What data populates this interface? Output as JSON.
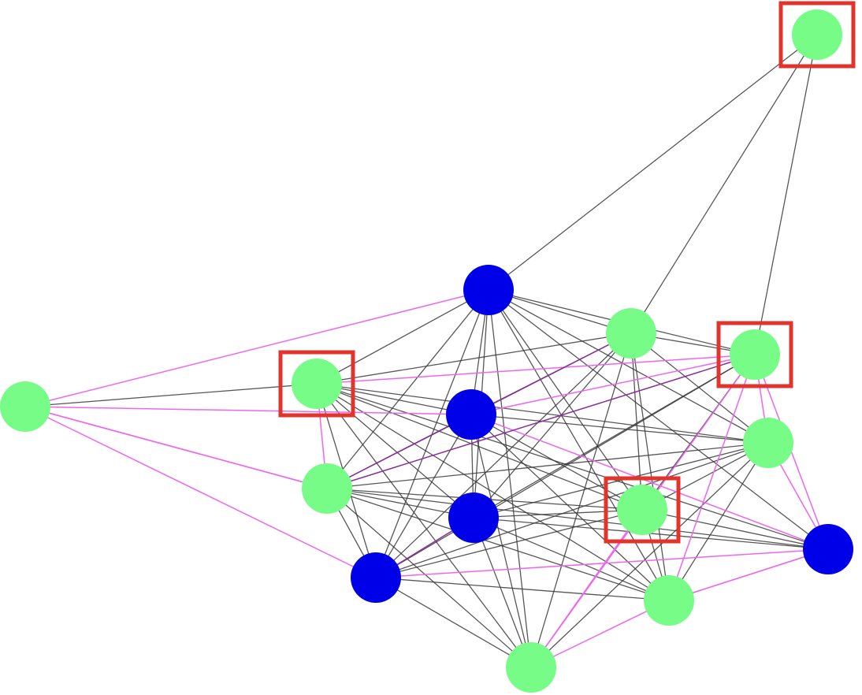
{
  "colors": {
    "background": "#ffffff",
    "edge_black": "#3a3a3a",
    "edge_magenta": "#ee66ee",
    "edge_purple": "#8a2d9a",
    "node_green": "#77fc88",
    "node_blue": "#0000e8",
    "highlight_box": "#e0342c"
  },
  "nodes": [
    {
      "id": "g1",
      "color": "green",
      "highlighted": true
    },
    {
      "id": "b1",
      "color": "blue",
      "highlighted": false
    },
    {
      "id": "g2",
      "color": "green",
      "highlighted": false
    },
    {
      "id": "g3",
      "color": "green",
      "highlighted": true
    },
    {
      "id": "g4",
      "color": "green",
      "highlighted": true
    },
    {
      "id": "g5",
      "color": "green",
      "highlighted": false
    },
    {
      "id": "b2",
      "color": "blue",
      "highlighted": false
    },
    {
      "id": "g6",
      "color": "green",
      "highlighted": false
    },
    {
      "id": "g7",
      "color": "green",
      "highlighted": false
    },
    {
      "id": "g8",
      "color": "green",
      "highlighted": true
    },
    {
      "id": "b3",
      "color": "blue",
      "highlighted": false
    },
    {
      "id": "b4",
      "color": "blue",
      "highlighted": false
    },
    {
      "id": "b5",
      "color": "blue",
      "highlighted": false
    },
    {
      "id": "g9",
      "color": "green",
      "highlighted": false
    },
    {
      "id": "g10",
      "color": "green",
      "highlighted": false
    }
  ],
  "edges": [
    [
      "g1",
      "b1",
      "black"
    ],
    [
      "g1",
      "g2",
      "black"
    ],
    [
      "g1",
      "g3",
      "black"
    ],
    [
      "g5",
      "b1",
      "magenta"
    ],
    [
      "g5",
      "g4",
      "black"
    ],
    [
      "g5",
      "g7",
      "magenta"
    ],
    [
      "g5",
      "g7",
      "magenta"
    ],
    [
      "g5",
      "b4",
      "magenta"
    ],
    [
      "g5",
      "b2",
      "magenta"
    ],
    [
      "b1",
      "g3",
      "black"
    ],
    [
      "b1",
      "g2",
      "black"
    ],
    [
      "b1",
      "g4",
      "black"
    ],
    [
      "b1",
      "b2",
      "black"
    ],
    [
      "b1",
      "b3",
      "black"
    ],
    [
      "b1",
      "g7",
      "black"
    ],
    [
      "b1",
      "b4",
      "black"
    ],
    [
      "b1",
      "g6",
      "black"
    ],
    [
      "b1",
      "g8",
      "black"
    ],
    [
      "b1",
      "g9",
      "black"
    ],
    [
      "b1",
      "b5",
      "black"
    ],
    [
      "b1",
      "g10",
      "black"
    ],
    [
      "g2",
      "g3",
      "black"
    ],
    [
      "g2",
      "g4",
      "black"
    ],
    [
      "g2",
      "b2",
      "purple"
    ],
    [
      "g2",
      "g7",
      "black"
    ],
    [
      "g2",
      "b3",
      "black"
    ],
    [
      "g2",
      "g8",
      "black"
    ],
    [
      "g2",
      "g9",
      "black"
    ],
    [
      "g2",
      "b4",
      "black"
    ],
    [
      "g2",
      "g6",
      "black"
    ],
    [
      "g2",
      "g10",
      "black"
    ],
    [
      "g3",
      "g4",
      "magenta"
    ],
    [
      "g3",
      "b2",
      "magenta"
    ],
    [
      "g3",
      "g7",
      "purple"
    ],
    [
      "g3",
      "b3",
      "black"
    ],
    [
      "g3",
      "g8",
      "black"
    ],
    [
      "g3",
      "b4",
      "black"
    ],
    [
      "g3",
      "g6",
      "magenta"
    ],
    [
      "g3",
      "g9",
      "magenta"
    ],
    [
      "g3",
      "b5",
      "magenta"
    ],
    [
      "g3",
      "g10",
      "magenta"
    ],
    [
      "g4",
      "b2",
      "black"
    ],
    [
      "g4",
      "g7",
      "magenta"
    ],
    [
      "g4",
      "b3",
      "black"
    ],
    [
      "g4",
      "b4",
      "black"
    ],
    [
      "g4",
      "g8",
      "black"
    ],
    [
      "g4",
      "g6",
      "black"
    ],
    [
      "g4",
      "b5",
      "black"
    ],
    [
      "g4",
      "g9",
      "black"
    ],
    [
      "g4",
      "g10",
      "black"
    ],
    [
      "b2",
      "g6",
      "black"
    ],
    [
      "b2",
      "g7",
      "purple"
    ],
    [
      "b2",
      "b3",
      "black"
    ],
    [
      "b2",
      "b4",
      "black"
    ],
    [
      "b2",
      "g8",
      "black"
    ],
    [
      "b2",
      "g9",
      "black"
    ],
    [
      "b2",
      "b5",
      "magenta"
    ],
    [
      "b2",
      "g10",
      "black"
    ],
    [
      "g6",
      "g7",
      "black"
    ],
    [
      "g6",
      "b3",
      "black"
    ],
    [
      "g6",
      "b4",
      "black"
    ],
    [
      "g6",
      "g8",
      "black"
    ],
    [
      "g6",
      "g9",
      "black"
    ],
    [
      "g6",
      "b5",
      "magenta"
    ],
    [
      "g6",
      "g10",
      "black"
    ],
    [
      "g7",
      "b3",
      "black"
    ],
    [
      "g7",
      "g8",
      "black"
    ],
    [
      "g7",
      "b4",
      "black"
    ],
    [
      "g7",
      "g9",
      "black"
    ],
    [
      "g7",
      "b5",
      "black"
    ],
    [
      "g7",
      "g10",
      "black"
    ],
    [
      "b3",
      "g8",
      "black"
    ],
    [
      "b3",
      "b4",
      "purple"
    ],
    [
      "b3",
      "b5",
      "black"
    ],
    [
      "b3",
      "g9",
      "black"
    ],
    [
      "b3",
      "g10",
      "black"
    ],
    [
      "g8",
      "b4",
      "black"
    ],
    [
      "g8",
      "b5",
      "black"
    ],
    [
      "g8",
      "g9",
      "black"
    ],
    [
      "g8",
      "g10",
      "magenta"
    ],
    [
      "b4",
      "b5",
      "magenta"
    ],
    [
      "b4",
      "g9",
      "black"
    ],
    [
      "b4",
      "g10",
      "black"
    ],
    [
      "b5",
      "g9",
      "magenta"
    ],
    [
      "b5",
      "g9",
      "magenta"
    ],
    [
      "g9",
      "g10",
      "magenta"
    ]
  ]
}
